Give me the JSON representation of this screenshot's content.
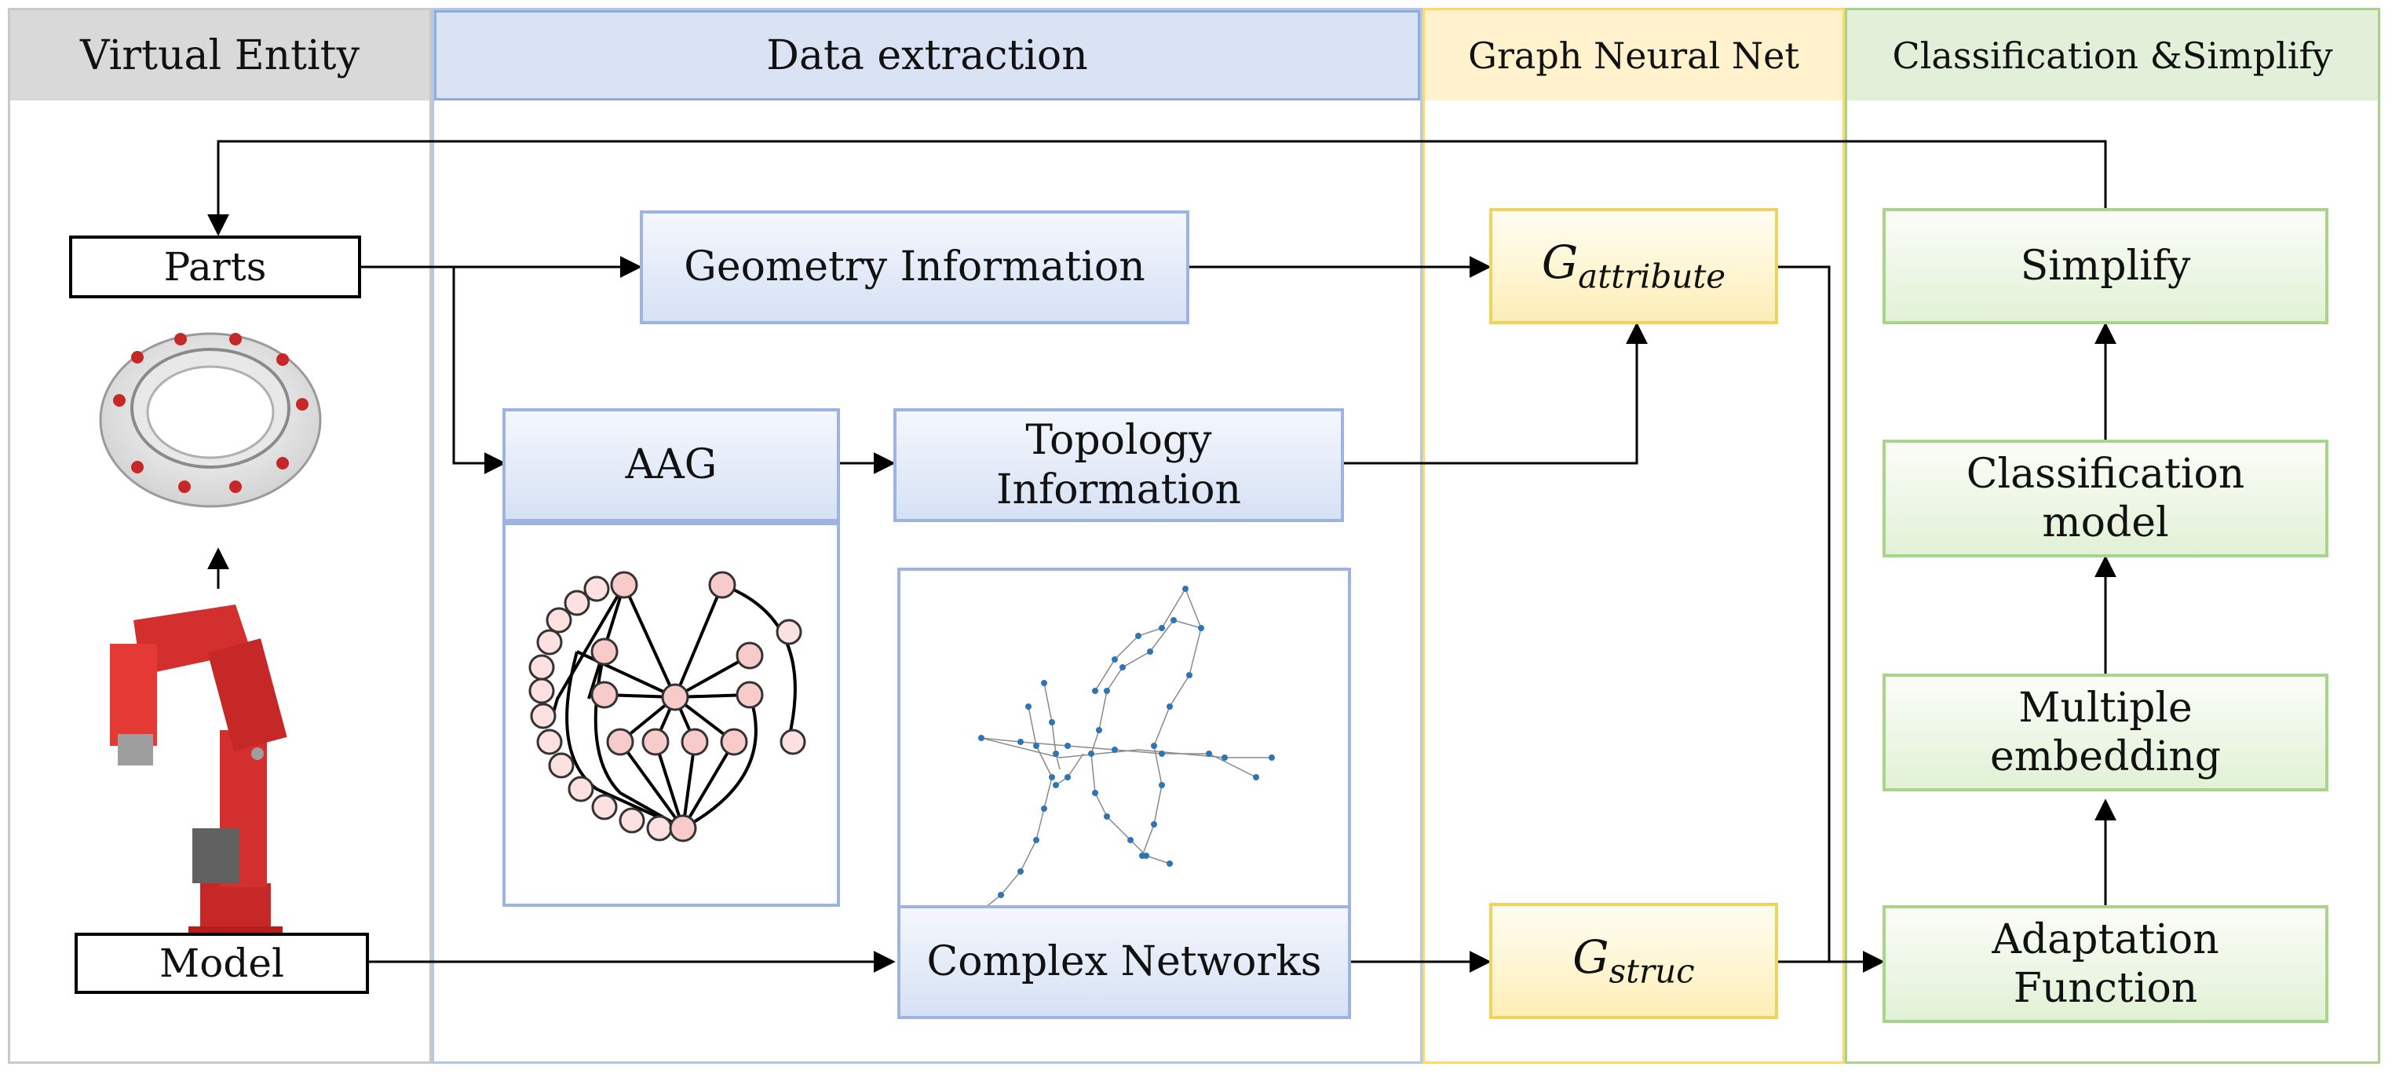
{
  "lanes": {
    "virtual_entity": "Virtual Entity",
    "data_extraction": "Data extraction",
    "graph_neural_net": "Graph Neural Net",
    "classification_simplify": "Classification &Simplify"
  },
  "nodes": {
    "parts": "Parts",
    "model": "Model",
    "geometry": "Geometry Information",
    "aag": "AAG",
    "topology_line1": "Topology",
    "topology_line2": "Information",
    "complex_networks": "Complex Networks",
    "g_attribute_base": "G",
    "g_attribute_sub": "attribute",
    "g_struc_base": "G",
    "g_struc_sub": "struc",
    "simplify": "Simplify",
    "classification_line1": "Classification",
    "classification_line2": "model",
    "multiple_line1": "Multiple",
    "multiple_line2": "embedding",
    "adaptation_line1": "Adaptation",
    "adaptation_line2": "Function"
  },
  "colors": {
    "lane_gray": "#d9d9d9",
    "lane_blue": "#dae3f3",
    "lane_gold": "#fff2cc",
    "lane_green": "#e2f0d9",
    "border_blue": "#8faadc",
    "border_gold": "#ffd966",
    "border_green": "#a9d18e",
    "part_red": "#d32f2f",
    "node_pink": "#f8cbcb",
    "network_blue": "#2e75b6"
  }
}
